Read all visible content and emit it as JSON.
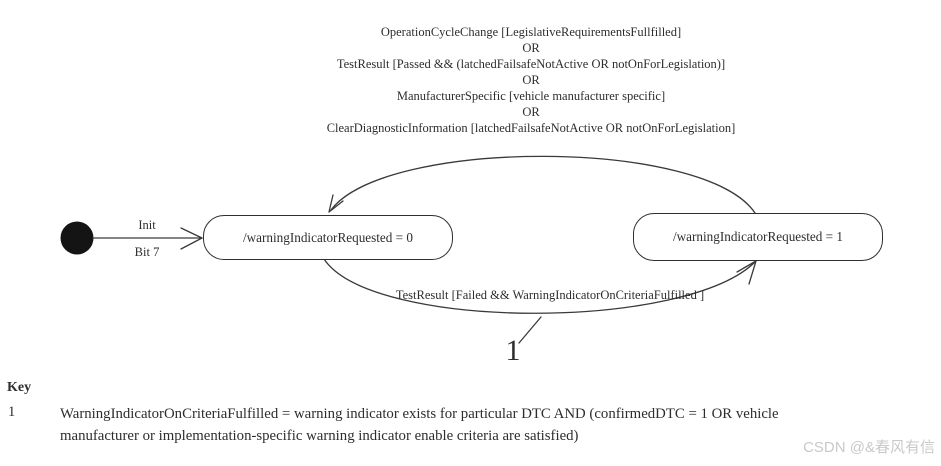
{
  "diagram": {
    "to_state0_conditions": [
      "OperationCycleChange [LegislativeRequirementsFullfilled]",
      "OR",
      "TestResult [Passed && (latchedFailsafeNotActive OR notOnForLegislation)]",
      "OR",
      "ManufacturerSpecific [vehicle manufacturer specific]",
      "OR",
      "ClearDiagnosticInformation [latchedFailsafeNotActive OR notOnForLegislation]"
    ],
    "init_event": "Init",
    "init_detail": "Bit 7",
    "states": {
      "state0": "/warningIndicatorRequested = 0",
      "state1": "/warningIndicatorRequested = 1"
    },
    "to_state1_condition": "TestResult [Failed && WarningIndicatorOnCriteriaFulfilled ]",
    "footnote_ref": "1"
  },
  "key": {
    "title": "Key",
    "entry_marker": "1",
    "entry_line1": "WarningIndicatorOnCriteriaFulfilled = warning indicator exists for particular DTC AND (confirmedDTC = 1 OR vehicle",
    "entry_line2": "manufacturer or implementation-specific warning indicator enable criteria are satisfied)"
  },
  "watermark": "CSDN @&春风有信",
  "colors": {
    "ink": "#2d2d2d",
    "stroke": "#3a3a3a",
    "watermark": "#c9c9c9",
    "background": "#ffffff"
  }
}
